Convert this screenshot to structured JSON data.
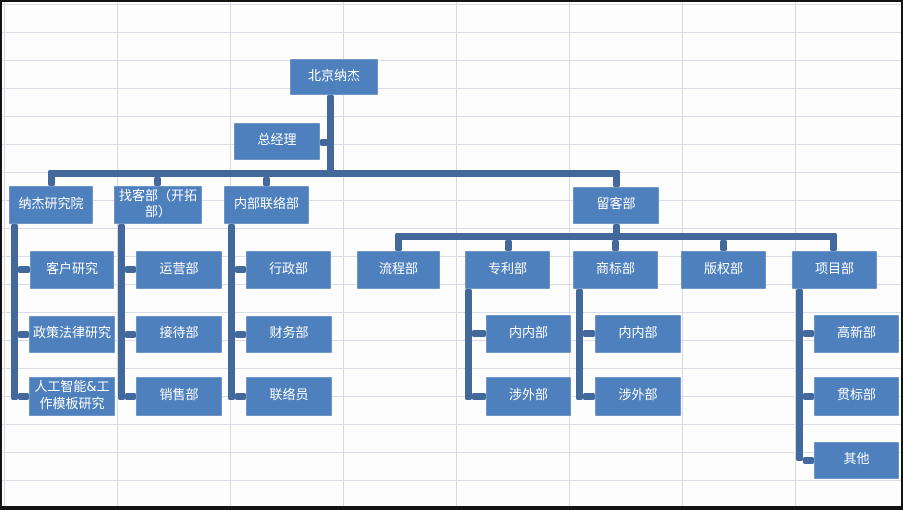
{
  "app": {
    "view": "spreadsheet-worksheet-with-org-chart"
  },
  "colors": {
    "node_fill": "#4e80bd",
    "node_border": "#6d95c6",
    "connector": "#43689c",
    "gridline": "#dcdce6",
    "node_text": "#ffffff",
    "frame": "#141414",
    "background": "#fdfdfe"
  },
  "org": {
    "nodes": {
      "root": {
        "label": "北京纳杰"
      },
      "gm": {
        "label": "总经理"
      },
      "research": {
        "label": "纳杰研究院"
      },
      "zhaoke": {
        "label": "找客部（开拓\n部）"
      },
      "liaison": {
        "label": "内部联络部"
      },
      "liuke": {
        "label": "留客部"
      },
      "kehu": {
        "label": "客户研究"
      },
      "yunying": {
        "label": "运营部"
      },
      "xingzheng": {
        "label": "行政部"
      },
      "liucheng": {
        "label": "流程部"
      },
      "zhuanli": {
        "label": "专利部"
      },
      "shangbiao": {
        "label": "商标部"
      },
      "banquan": {
        "label": "版权部"
      },
      "xiangmu": {
        "label": "项目部"
      },
      "zhengce": {
        "label": "政策法律研究"
      },
      "jiedai": {
        "label": "接待部"
      },
      "caiwu": {
        "label": "财务部"
      },
      "neinei_zhuanli": {
        "label": "内内部"
      },
      "neinei_shangbiao": {
        "label": "内内部"
      },
      "gaoxin": {
        "label": "高新部"
      },
      "rengong": {
        "label": "人工智能&工\n作模板研究"
      },
      "xiaoshou": {
        "label": "销售部"
      },
      "lianluo": {
        "label": "联络员"
      },
      "shewai_zhuanli": {
        "label": "涉外部"
      },
      "shewai_shangbiao": {
        "label": "涉外部"
      },
      "guanbiao": {
        "label": "贯标部"
      },
      "qita": {
        "label": "其他"
      }
    },
    "hierarchy": {
      "北京纳杰": {
        "assistant": "总经理",
        "children": {
          "纳杰研究院": [
            "客户研究",
            "政策法律研究",
            "人工智能&工作模板研究"
          ],
          "找客部（开拓部）": [
            "运营部",
            "接待部",
            "销售部"
          ],
          "内部联络部": [
            "行政部",
            "财务部",
            "联络员"
          ],
          "留客部": {
            "流程部": [],
            "专利部": [
              "内内部",
              "涉外部"
            ],
            "商标部": [
              "内内部",
              "涉外部"
            ],
            "版权部": [],
            "项目部": [
              "高新部",
              "贯标部",
              "其他"
            ]
          }
        }
      }
    }
  }
}
